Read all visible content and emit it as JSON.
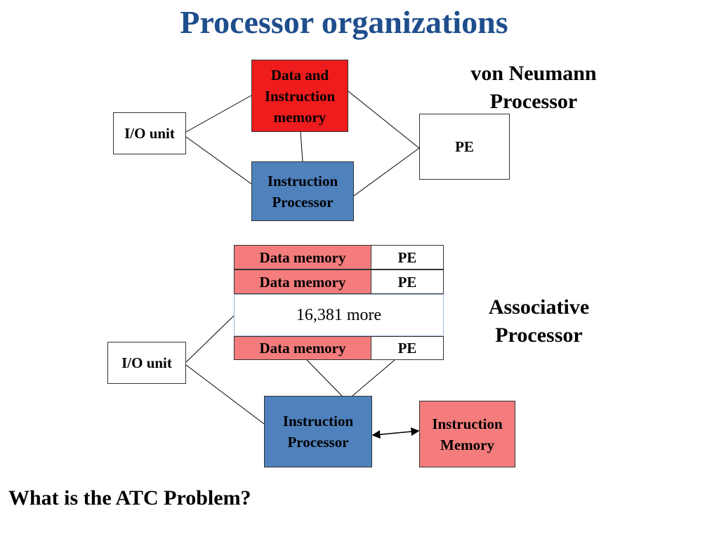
{
  "title": "Processor organizations",
  "von_neumann": {
    "label": "von Neumann\nProcessor",
    "data_instruction_memory": "Data and\nInstruction\nmemory",
    "io_unit": "I/O unit",
    "pe": "PE",
    "instruction_processor": "Instruction\nProcessor"
  },
  "associative": {
    "label": "Associative\nProcessor",
    "rows": [
      {
        "memory": "Data memory",
        "pe": "PE"
      },
      {
        "memory": "Data memory",
        "pe": "PE"
      },
      {
        "memory": "Data memory",
        "pe": "PE"
      }
    ],
    "more": "16,381  more",
    "io_unit": "I/O unit",
    "instruction_processor": "Instruction\nProcessor",
    "instruction_memory": "Instruction\nMemory"
  },
  "question": "What is the ATC Problem?",
  "colors": {
    "title": "#1f4e8c",
    "red": "#ee1c1c",
    "pink": "#f47c7c",
    "blue": "#4f81bd"
  }
}
